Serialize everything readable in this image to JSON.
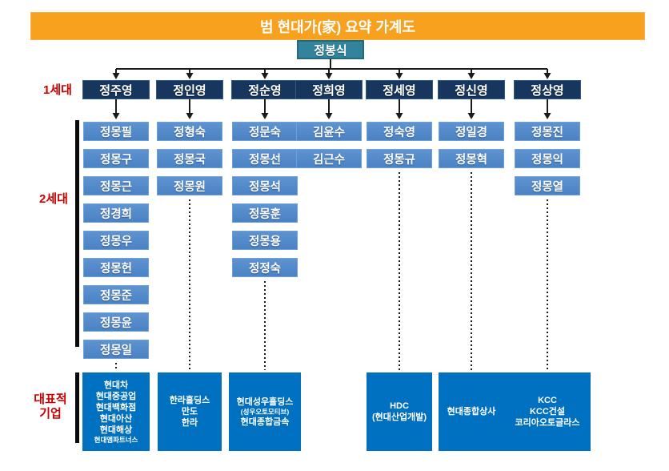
{
  "title": "범 현대가(家) 요약 가계도",
  "root": "정봉식",
  "labels": {
    "gen1": "1세대",
    "gen2": "2세대",
    "companies": "대표적\n기업"
  },
  "columns": [
    {
      "parent": "정주영",
      "children": [
        "정몽필",
        "정몽구",
        "정몽근",
        "정경희",
        "정몽우",
        "정몽헌",
        "정몽준",
        "정몽윤",
        "정몽일"
      ],
      "companies": [
        {
          "text": "현대차"
        },
        {
          "text": "현대중공업"
        },
        {
          "text": "현대백화점"
        },
        {
          "text": "현대아산"
        },
        {
          "text": "현대해상"
        },
        {
          "text": "현대엠파트너스",
          "small": true
        }
      ]
    },
    {
      "parent": "정인영",
      "children": [
        "정형숙",
        "정몽국",
        "정몽원"
      ],
      "companies": [
        {
          "text": "한라홀딩스"
        },
        {
          "text": "만도"
        },
        {
          "text": "한라"
        }
      ]
    },
    {
      "parent": "정순영",
      "children": [
        "정문숙",
        "정몽선",
        "정몽석",
        "정몽훈",
        "정몽용",
        "정정숙"
      ],
      "companies": [
        {
          "text": "현대성우홀딩스"
        },
        {
          "text": "(성우오토모티브)",
          "small": true
        },
        {
          "text": "현대종합금속"
        }
      ]
    },
    {
      "parent": "정희영",
      "children": [
        "김윤수",
        "김근수"
      ],
      "companies": []
    },
    {
      "parent": "정세영",
      "children": [
        "정숙영",
        "정몽규"
      ],
      "companies": [
        {
          "text": "HDC"
        },
        {
          "text": "(현대산업개발)"
        }
      ]
    },
    {
      "parent": "정신영",
      "children": [
        "정일경",
        "정몽혁"
      ],
      "companies": [
        {
          "text": "현대종합상사"
        }
      ]
    },
    {
      "parent": "정상영",
      "children": [
        "정몽진",
        "정몽익",
        "정몽열"
      ],
      "companies": [
        {
          "text": "KCC"
        },
        {
          "text": "KCC건설"
        },
        {
          "text": "코리아오토글라스"
        }
      ]
    }
  ],
  "colors": {
    "banner_orange": "#F7A11E",
    "root_teal": "#31849B",
    "gen1_navy": "#17365D",
    "gen2_blue": "#4E86C8",
    "company_blue": "#0070C0",
    "label_red": "#CC0000",
    "connector_black": "#1a1a1a"
  }
}
